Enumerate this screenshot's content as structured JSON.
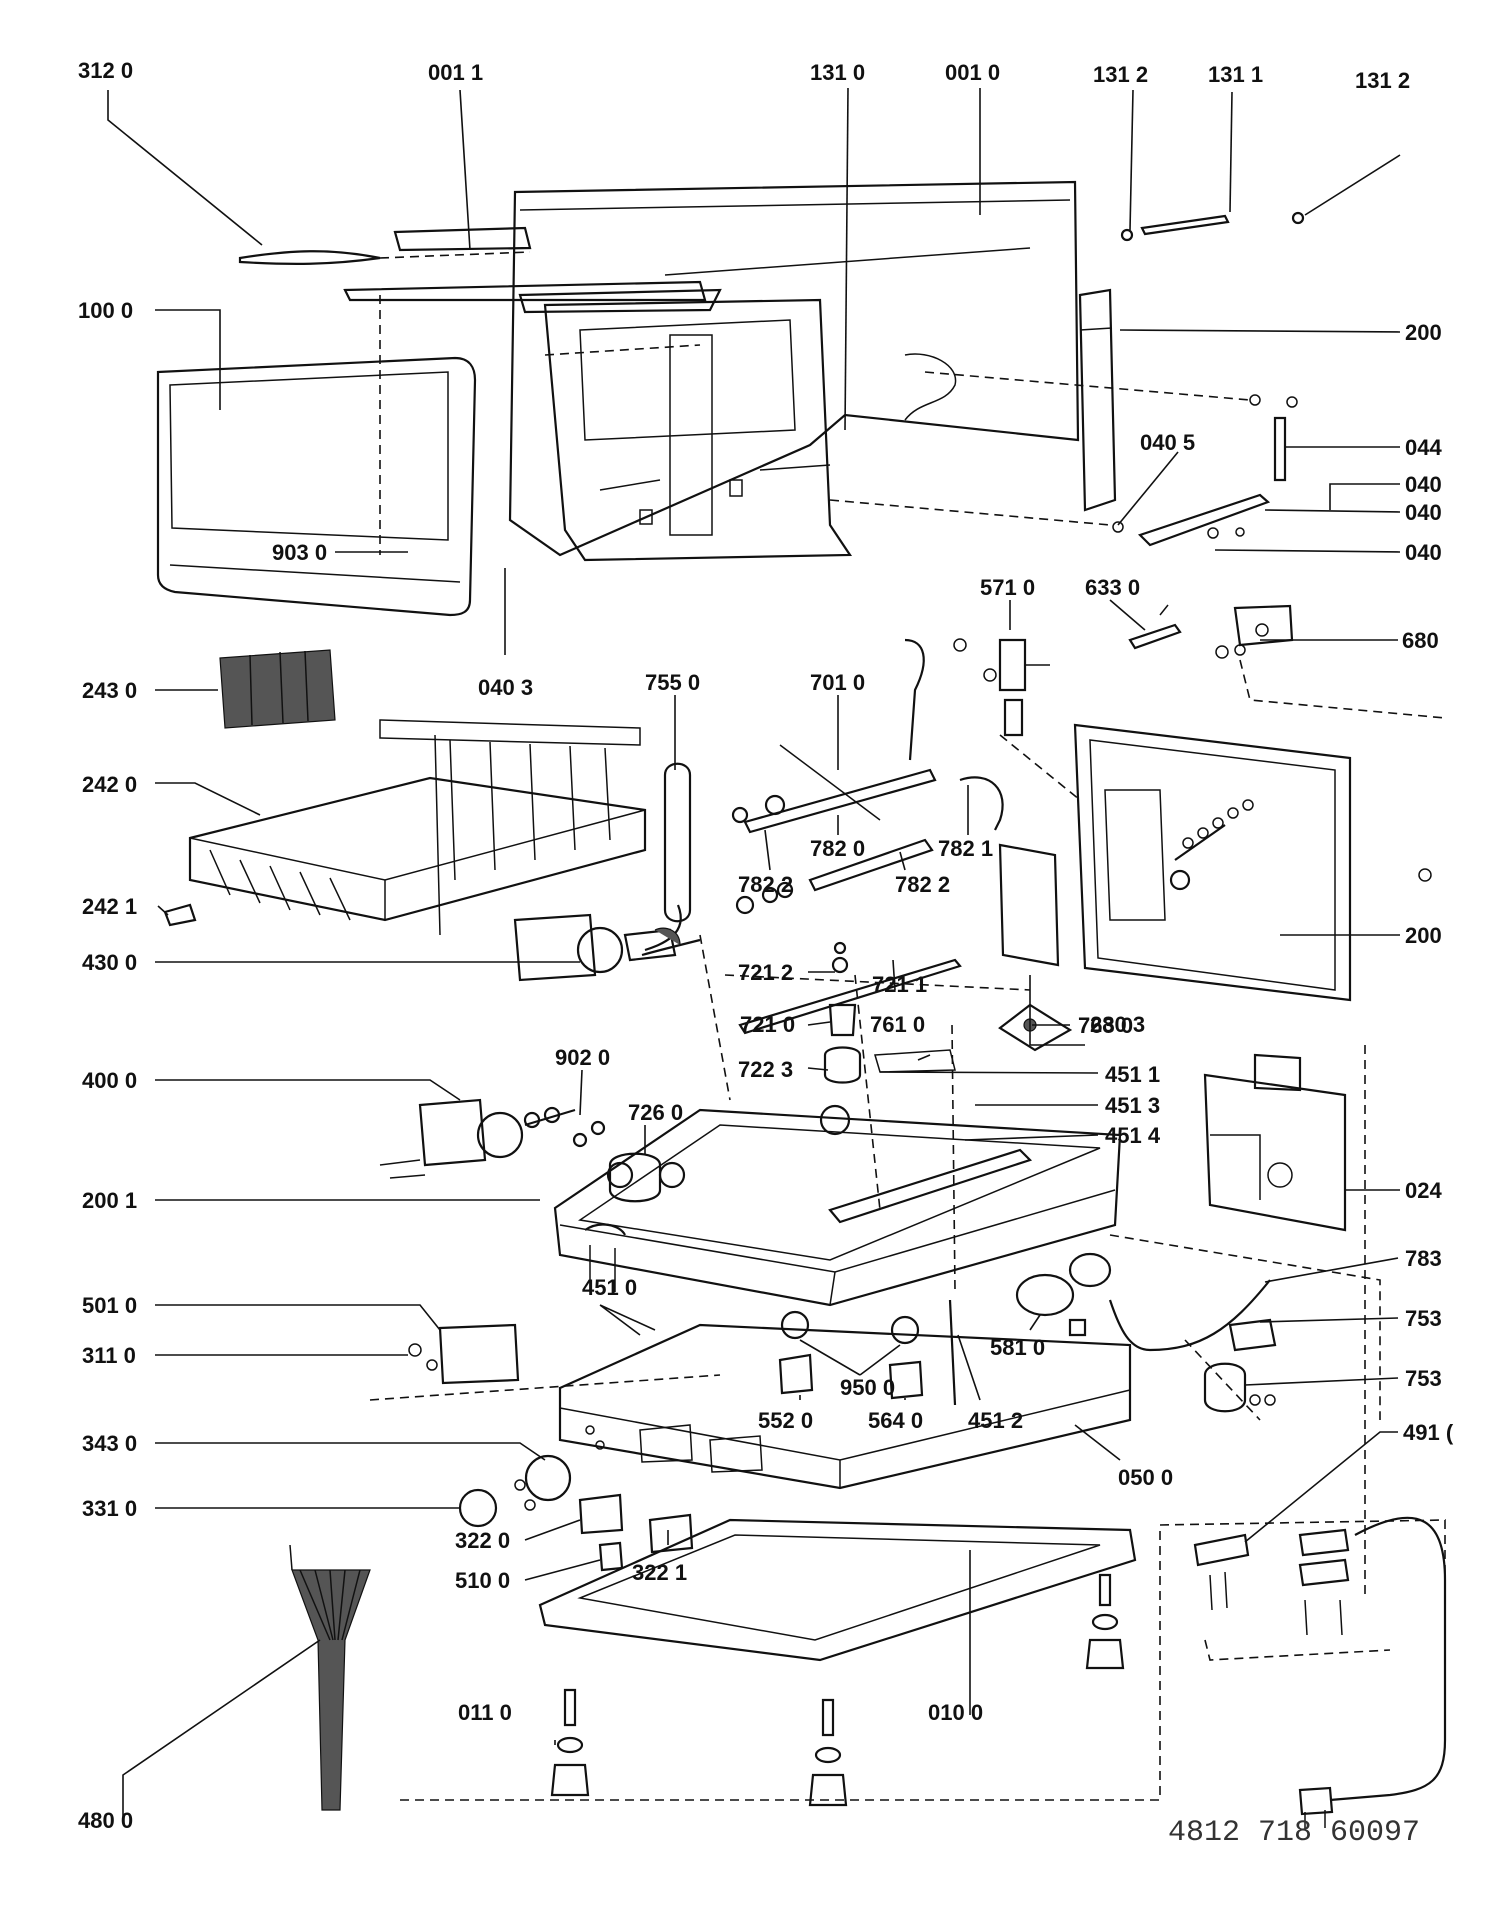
{
  "diagram": {
    "catalog_number": "4812  718  60097",
    "labels": [
      {
        "key": "l3120",
        "text": "312 0"
      },
      {
        "key": "l0011",
        "text": "001 1"
      },
      {
        "key": "l1310",
        "text": "131 0"
      },
      {
        "key": "l0010",
        "text": "001 0"
      },
      {
        "key": "l1312a",
        "text": "131 2"
      },
      {
        "key": "l1311",
        "text": "131 1"
      },
      {
        "key": "l1312b",
        "text": "131 2"
      },
      {
        "key": "l1000",
        "text": "100 0"
      },
      {
        "key": "l200a",
        "text": "200"
      },
      {
        "key": "l044",
        "text": "044"
      },
      {
        "key": "l0405",
        "text": "040 5"
      },
      {
        "key": "l040a",
        "text": "040"
      },
      {
        "key": "l040b",
        "text": "040"
      },
      {
        "key": "l040c",
        "text": "040"
      },
      {
        "key": "l9030",
        "text": "903 0"
      },
      {
        "key": "l0403",
        "text": "040 3"
      },
      {
        "key": "l5710",
        "text": "571 0"
      },
      {
        "key": "l6330",
        "text": "633 0"
      },
      {
        "key": "l680",
        "text": "680"
      },
      {
        "key": "l2430",
        "text": "243 0"
      },
      {
        "key": "l7550",
        "text": "755 0"
      },
      {
        "key": "l7010",
        "text": "701 0"
      },
      {
        "key": "l2420",
        "text": "242 0"
      },
      {
        "key": "l7820",
        "text": "782 0"
      },
      {
        "key": "l7821",
        "text": "782 1"
      },
      {
        "key": "l7822a",
        "text": "782 2"
      },
      {
        "key": "l7822b",
        "text": "782 2"
      },
      {
        "key": "l2421",
        "text": "242 1"
      },
      {
        "key": "l200b",
        "text": "200"
      },
      {
        "key": "l7212",
        "text": "721 2"
      },
      {
        "key": "l4300",
        "text": "430 0"
      },
      {
        "key": "l7211",
        "text": "721 1"
      },
      {
        "key": "l2803",
        "text": "280 3"
      },
      {
        "key": "l7210",
        "text": "721 0"
      },
      {
        "key": "l7610",
        "text": "761 0"
      },
      {
        "key": "l7630",
        "text": "763 0"
      },
      {
        "key": "l9020",
        "text": "902 0"
      },
      {
        "key": "l7223",
        "text": "722 3"
      },
      {
        "key": "l4511",
        "text": "451 1"
      },
      {
        "key": "l4000",
        "text": "400 0"
      },
      {
        "key": "l7260",
        "text": "726 0"
      },
      {
        "key": "l4513",
        "text": "451 3"
      },
      {
        "key": "l4514",
        "text": "451 4"
      },
      {
        "key": "l024",
        "text": "024"
      },
      {
        "key": "l2001",
        "text": "200 1"
      },
      {
        "key": "l783",
        "text": "783"
      },
      {
        "key": "l4510",
        "text": "451 0"
      },
      {
        "key": "l5010",
        "text": "501 0"
      },
      {
        "key": "l753a",
        "text": "753"
      },
      {
        "key": "l5810",
        "text": "581 0"
      },
      {
        "key": "l3110",
        "text": "311 0"
      },
      {
        "key": "l9500",
        "text": "950 0"
      },
      {
        "key": "l753b",
        "text": "753"
      },
      {
        "key": "l5520",
        "text": "552 0"
      },
      {
        "key": "l5640",
        "text": "564 0"
      },
      {
        "key": "l4512",
        "text": "451 2"
      },
      {
        "key": "l4910",
        "text": "491 ("
      },
      {
        "key": "l3430",
        "text": "343 0"
      },
      {
        "key": "l0500",
        "text": "050 0"
      },
      {
        "key": "l3310",
        "text": "331 0"
      },
      {
        "key": "l3220",
        "text": "322 0"
      },
      {
        "key": "l5100",
        "text": "510 0"
      },
      {
        "key": "l3221",
        "text": "322 1"
      },
      {
        "key": "l0110",
        "text": "011 0"
      },
      {
        "key": "l0100",
        "text": "010 0"
      },
      {
        "key": "l4800",
        "text": "480 0"
      }
    ]
  }
}
